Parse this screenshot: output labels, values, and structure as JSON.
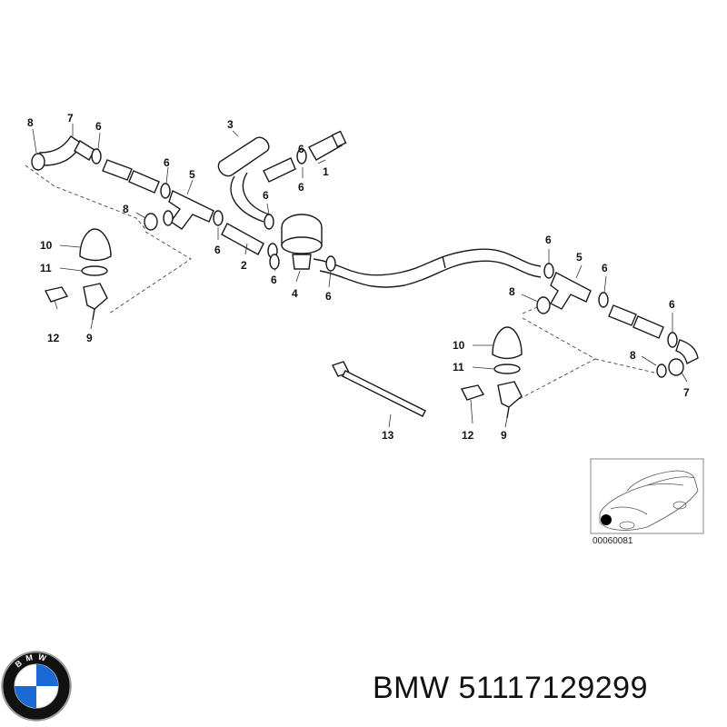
{
  "diagram": {
    "labels": {
      "l1": "1",
      "l2": "2",
      "l3": "3",
      "l4": "4",
      "l5": "5",
      "l6": "6",
      "l7": "7",
      "l8": "8",
      "l9": "9",
      "l10": "10",
      "l11": "11",
      "l12": "12",
      "l13": "13"
    },
    "inset_code": "00060081"
  },
  "brand": {
    "logo_text": "BMW",
    "caption": "BMW 51117129299"
  },
  "colors": {
    "line": "#1a1a1a",
    "logo_blue": "#1c69d4",
    "logo_ring": "#111111"
  }
}
